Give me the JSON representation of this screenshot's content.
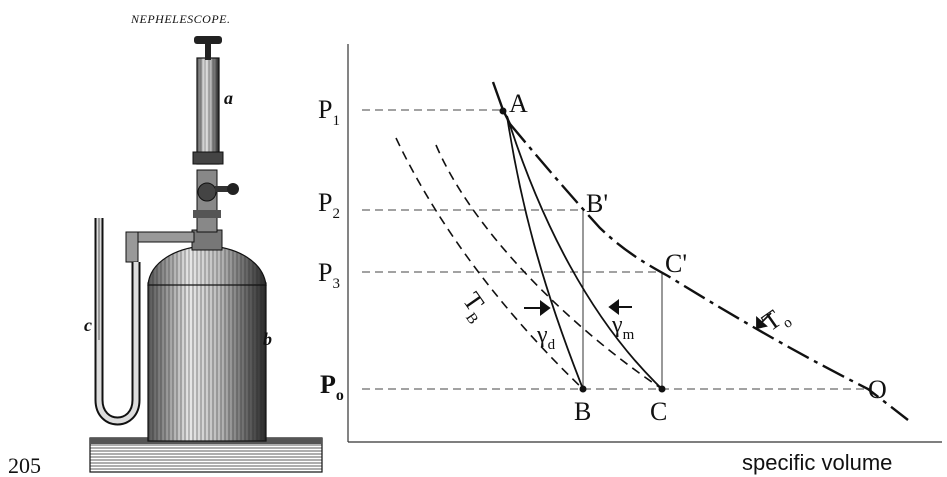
{
  "figure_number": "205",
  "engraving": {
    "title": "NEPHELESCOPE.",
    "parts": {
      "pump": "a",
      "vessel": "b",
      "gauge": "c"
    }
  },
  "diagram": {
    "x_axis_label": "specific volume",
    "pressure_labels": {
      "p1": {
        "base": "P",
        "sub": "1"
      },
      "p2": {
        "base": "P",
        "sub": "2"
      },
      "p3": {
        "base": "P",
        "sub": "3"
      },
      "p0": {
        "base": "P",
        "sub": "o"
      }
    },
    "point_labels": {
      "A": "A",
      "B_prime": "B'",
      "C_prime": "C'",
      "B": "B",
      "C": "C",
      "O": "O"
    },
    "curve_labels": {
      "T_o": {
        "base": "T",
        "sub": "o"
      },
      "T_B": {
        "base": "T",
        "sub": "B"
      },
      "gamma_d": {
        "base": "γ",
        "sub": "d"
      },
      "gamma_m": {
        "base": "γ",
        "sub": "m"
      }
    }
  }
}
